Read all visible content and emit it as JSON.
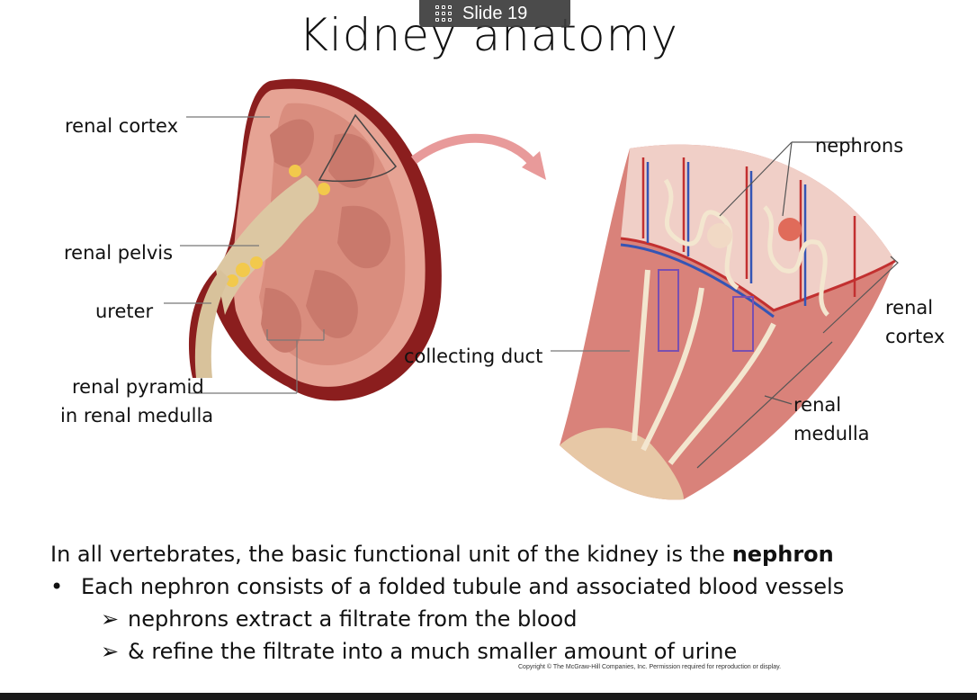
{
  "slide": {
    "title": "Kidney anatomy",
    "badge_label": "Slide 19",
    "badge_icon": "grid-icon"
  },
  "labels": {
    "renal_cortex_left": "renal cortex",
    "renal_pelvis": "renal pelvis",
    "ureter": "ureter",
    "renal_pyramid_line1": "renal pyramid",
    "renal_pyramid_line2": "in renal medulla",
    "collecting_duct": "collecting duct",
    "nephrons": "nephrons",
    "renal_cortex_right_line1": "renal",
    "renal_cortex_right_line2": "cortex",
    "renal_medulla_line1": "renal",
    "renal_medulla_line2": "medulla"
  },
  "body": {
    "intro_prefix": "In all vertebrates, the basic functional unit of the kidney is the ",
    "intro_bold": "nephron",
    "bullet_symbol": "•",
    "bullet1": "Each nephron consists of a folded tubule and associated blood vessels",
    "arrow_symbol": "➢",
    "sub1": "nephrons extract a filtrate from the blood",
    "sub2": "& refine the filtrate into a much smaller amount of urine"
  },
  "copyright": "Copyright © The McGraw-Hill Companies, Inc. Permission required for reproduction or display."
}
